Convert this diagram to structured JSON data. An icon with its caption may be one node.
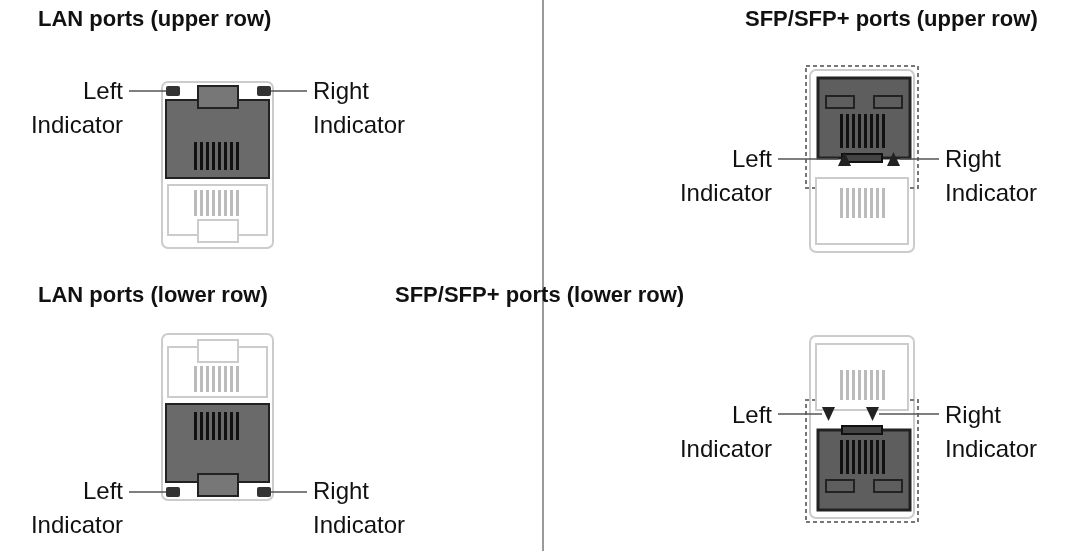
{
  "diagram": {
    "nodes": [
      {
        "text": [
          "Left Indicator"
        ]
      },
      {
        "text": [],
        "shape": "box"
      },
      {
        "text": [],
        "shape": "box"
      },
      {
        "text": [
          "Right Indicator"
        ]
      },
      {
        "text": [
          "Left Indicator"
        ]
      },
      {
        "text": [],
        "shape": "triangle"
      },
      {
        "text": [],
        "shape": "triangle"
      },
      {
        "text": [
          "Right Indicator"
        ]
      },
      {
        "text": [
          "Left Indicator"
        ]
      },
      {
        "text": [],
        "shape": "box"
      },
      {
        "text": [],
        "shape": "box"
      },
      {
        "text": [
          "Right Indicator"
        ]
      },
      {
        "text": [
          "Left Indicator"
        ]
      },
      {
        "text": [],
        "shape": "triangle"
      },
      {
        "text": [],
        "shape": "triangle"
      },
      {
        "text": [
          "Right Indicator"
        ]
      }
    ],
    "edges": [
      {
        "from": 0,
        "to": 1,
        "arrow": "none"
      },
      {
        "from": 3,
        "to": 2,
        "arrow": "none"
      },
      {
        "from": 4,
        "to": 5,
        "arrow": "none"
      },
      {
        "from": 7,
        "to": 6,
        "arrow": "none"
      },
      {
        "from": 8,
        "to": 9,
        "arrow": "none"
      },
      {
        "from": 11,
        "to": 10,
        "arrow": "none"
      },
      {
        "from": 12,
        "to": 13,
        "arrow": "none"
      },
      {
        "from": 15,
        "to": 14,
        "arrow": "none"
      }
    ],
    "labels": [
      "LAN ports (upper row)",
      "SFP/SFP+ ports (upper row)",
      "LAN ports (lower row)",
      "SFP/SFP+ ports (lower row)"
    ]
  }
}
